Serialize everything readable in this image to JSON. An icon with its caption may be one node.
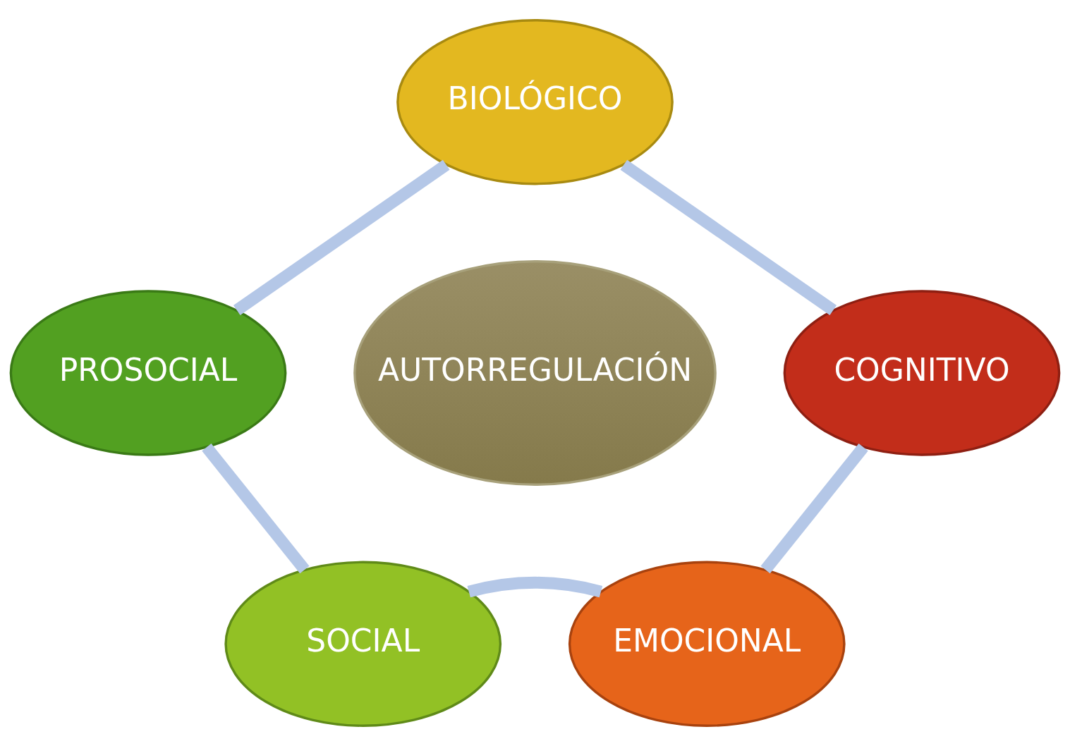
{
  "diagram": {
    "nodes": [
      {
        "text": [
          "BIOLÓGICO"
        ]
      },
      {
        "text": [
          "PROSOCIAL"
        ]
      },
      {
        "text": [
          "COGNITIVO"
        ]
      },
      {
        "text": [
          "AUTORREGULACIÓN"
        ]
      },
      {
        "text": [
          "SOCIAL"
        ]
      },
      {
        "text": [
          "EMOCIONAL"
        ]
      }
    ],
    "edges": [
      {
        "from": 0,
        "to": 2,
        "arrow": "none"
      },
      {
        "from": 2,
        "to": 5,
        "arrow": "none"
      },
      {
        "from": 5,
        "to": 4,
        "arrow": "none"
      },
      {
        "from": 4,
        "to": 1,
        "arrow": "none"
      },
      {
        "from": 1,
        "to": 0,
        "arrow": "none"
      }
    ]
  }
}
